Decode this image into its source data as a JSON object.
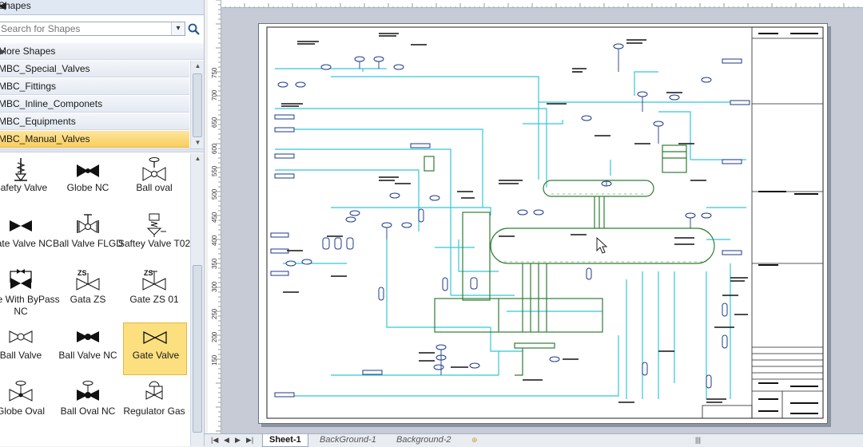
{
  "shapes_pane": {
    "title": "Shapes",
    "search_placeholder": "Search for Shapes",
    "categories": [
      {
        "label": "More Shapes",
        "active": false
      },
      {
        "label": "MBC_Special_Valves",
        "active": false
      },
      {
        "label": "MBC_Fittings",
        "active": false
      },
      {
        "label": "MBC_Inline_Componets",
        "active": false
      },
      {
        "label": "MBC_Equipments",
        "active": false
      },
      {
        "label": "MBC_Manual_Valves",
        "active": true
      }
    ],
    "stencil_shapes": [
      {
        "label": "Safety Valve",
        "icon": "safety-valve-icon"
      },
      {
        "label": "Globe NC",
        "icon": "globe-nc-icon"
      },
      {
        "label": "Ball oval",
        "icon": "ball-oval-icon"
      },
      {
        "label": "Gate Valve NC",
        "icon": "gate-valve-nc-icon"
      },
      {
        "label": "Ball Valve FLGD",
        "icon": "ball-valve-flgd-icon"
      },
      {
        "label": "Saftey Valve T02",
        "icon": "saftey-valve-t02-icon"
      },
      {
        "label": "Gate With ByPass NC",
        "icon": "gate-bypass-icon"
      },
      {
        "label": "Gata ZS",
        "icon": "gata-zs-icon"
      },
      {
        "label": "Gate ZS 01",
        "icon": "gate-zs-01-icon"
      },
      {
        "label": "Ball Valve",
        "icon": "ball-valve-icon"
      },
      {
        "label": "Ball Valve NC",
        "icon": "ball-valve-nc-icon"
      },
      {
        "label": "Gate Valve",
        "icon": "gate-valve-icon",
        "selected": true
      },
      {
        "label": "Globe Oval",
        "icon": "globe-oval-icon"
      },
      {
        "label": "Ball Oval NC",
        "icon": "ball-oval-nc-icon"
      },
      {
        "label": "Regulator Gas",
        "icon": "regulator-gas-icon"
      }
    ],
    "zs_text": "ZS"
  },
  "ruler": {
    "vertical_ticks": [
      "750",
      "700",
      "650",
      "600",
      "550",
      "500",
      "450",
      "400",
      "350",
      "300",
      "250",
      "200",
      "150"
    ]
  },
  "sheet_tabs": [
    {
      "label": "Sheet-1",
      "active": true
    },
    {
      "label": "BackGround-1",
      "active": false
    },
    {
      "label": "Background-2",
      "active": false
    }
  ],
  "colors": {
    "pipe_cyan": "#33c7d6",
    "equipment_green": "#2e7d32",
    "instrument_blue": "#1e3a8a",
    "selection_yellow": "#fcdf7f",
    "canvas_gray": "#c6cbd6"
  }
}
